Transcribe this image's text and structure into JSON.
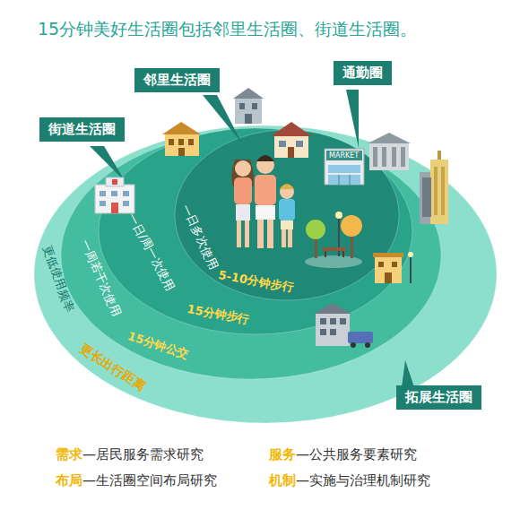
{
  "diagram": {
    "title": "15分钟美好生活圈包括邻里生活圈、街道生活圈。",
    "nodes": [
      {
        "text": [
          "更低使用频率",
          "更长出行距离",
          "拓展生活圈"
        ]
      },
      {
        "text": [
          "一周若干次使用",
          "15分钟公交",
          "通勤圈"
        ],
        "in": 0
      },
      {
        "text": [
          "一日/周一次使用",
          "15分钟步行",
          "街道生活圈"
        ],
        "in": 1
      },
      {
        "text": [
          "一日多次使用",
          "5-10分钟步行",
          "邻里生活圈"
        ],
        "in": 2
      }
    ],
    "labels": [
      "MARKET",
      "需求",
      "—居民服务需求研究",
      "服务",
      "—公共服务要素研究",
      "布局",
      "—生活圈空间布局研究",
      "机制",
      "—实施与治理机制研究"
    ]
  }
}
